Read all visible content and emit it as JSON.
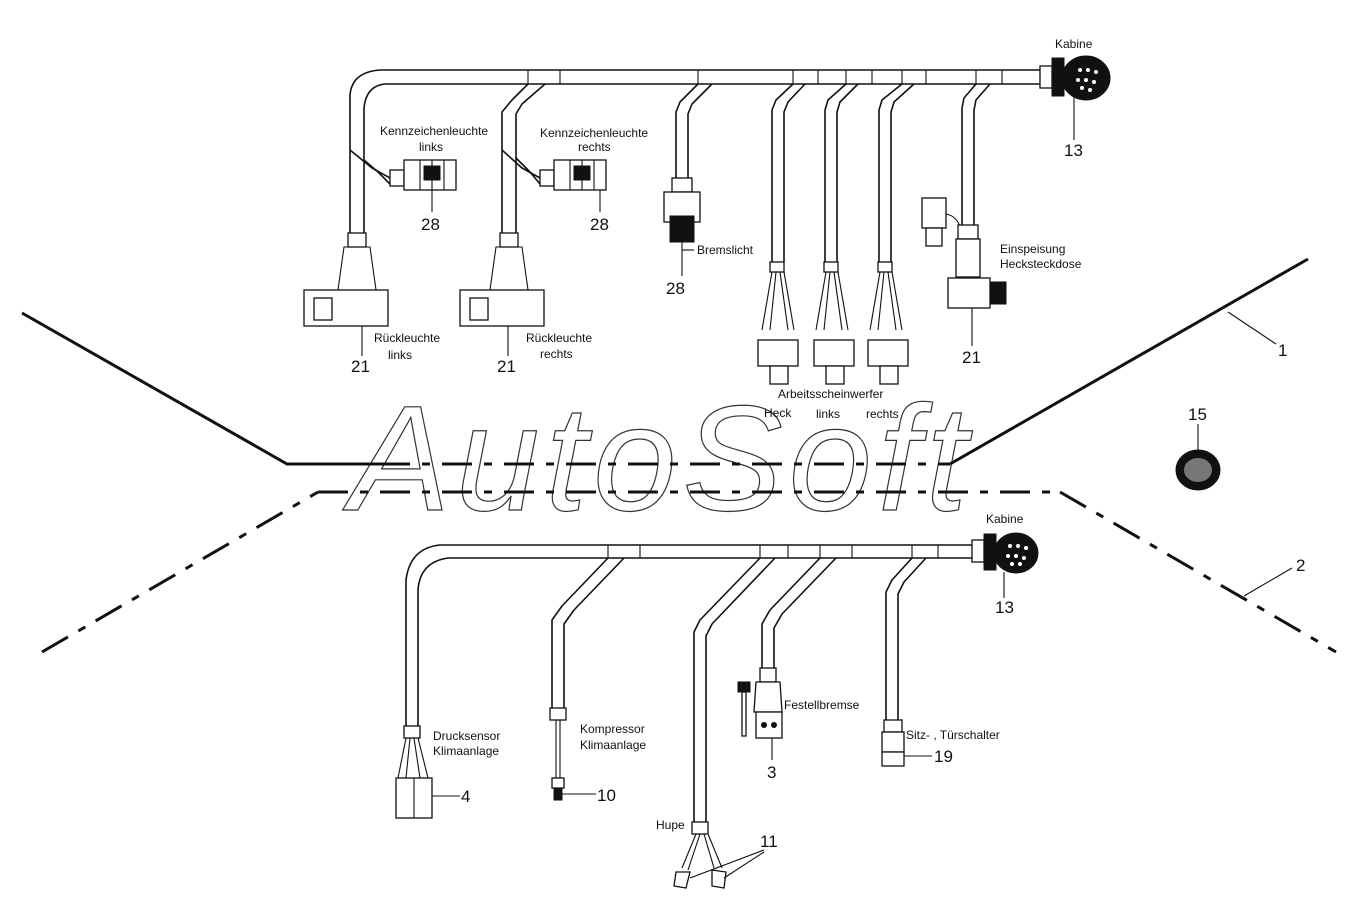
{
  "watermark": "AutoSoft",
  "labels": {
    "kabine_top": "Kabine",
    "kabine_bottom": "Kabine",
    "kennz_links_1": "Kennzeichenleuchte",
    "kennz_links_2": "links",
    "kennz_rechts_1": "Kennzeichenleuchte",
    "kennz_rechts_2": "rechts",
    "bremslicht": "Bremslicht",
    "einspeisung_1": "Einspeisung",
    "einspeisung_2": "Hecksteckdose",
    "rueck_links_1": "Rückleuchte",
    "rueck_links_2": "links",
    "rueck_rechts_1": "Rückleuchte",
    "rueck_rechts_2": "rechts",
    "arbeits": "Arbeitsscheinwerfer",
    "arbeits_heck": "Heck",
    "arbeits_links": "links",
    "arbeits_rechts": "rechts",
    "druck_1": "Drucksensor",
    "druck_2": "Klimaanlage",
    "kompr_1": "Kompressor",
    "kompr_2": "Klimaanlage",
    "festell": "Festellbremse",
    "sitz": "Sitz- , Türschalter",
    "hupe": "Hupe"
  },
  "part_numbers": {
    "n13_top": "13",
    "n28_a": "28",
    "n28_b": "28",
    "n28_c": "28",
    "n21_a": "21",
    "n21_b": "21",
    "n21_c": "21",
    "n1": "1",
    "n15": "15",
    "n2": "2",
    "n13_bottom": "13",
    "n4": "4",
    "n10": "10",
    "n3": "3",
    "n19": "19",
    "n11": "11"
  }
}
